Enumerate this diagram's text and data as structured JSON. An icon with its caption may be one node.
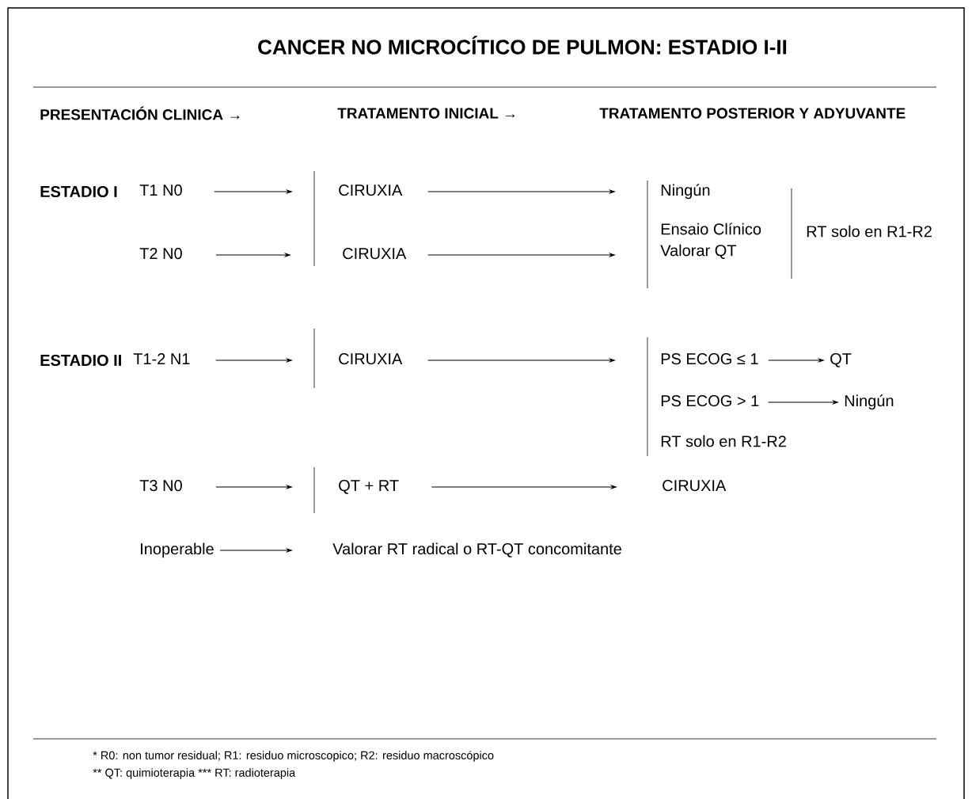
{
  "diagram": {
    "title": "CANCER NO MICROCÍTICO DE PULMON: ESTADIO I-II",
    "nodes": [
      {
        "text": [
          "T1 N0"
        ]
      },
      {
        "text": [
          "CIRUXIA"
        ]
      },
      {
        "text": [
          "Ningún"
        ]
      },
      {
        "text": [
          "T2 N0"
        ]
      },
      {
        "text": [
          "CIRUXIA"
        ]
      },
      {
        "text": [
          "Ensaio Clínico",
          "Valorar QT"
        ]
      },
      {
        "text": [
          "T1-2 N1"
        ]
      },
      {
        "text": [
          "CIRUXIA"
        ]
      },
      {
        "text": [
          "PS ECOG ≤ 1"
        ]
      },
      {
        "text": [
          "QT"
        ]
      },
      {
        "text": [
          "PS ECOG > 1"
        ]
      },
      {
        "text": [
          "Ningún"
        ]
      },
      {
        "text": [
          "T3 N0"
        ]
      },
      {
        "text": [
          "QT + RT"
        ]
      },
      {
        "text": [
          "CIRUXIA"
        ]
      },
      {
        "text": [
          "Inoperable"
        ]
      },
      {
        "text": [
          "Valorar RT radical o RT-QT concomitante"
        ]
      }
    ],
    "edges": [
      {
        "from": 0,
        "to": 1,
        "arrow": "to"
      },
      {
        "from": 1,
        "to": 2,
        "arrow": "to"
      },
      {
        "from": 3,
        "to": 4,
        "arrow": "to"
      },
      {
        "from": 4,
        "to": 5,
        "arrow": "to"
      },
      {
        "from": 6,
        "to": 7,
        "arrow": "to"
      },
      {
        "from": 7,
        "to": 8,
        "arrow": "to"
      },
      {
        "from": 8,
        "to": 9,
        "arrow": "to"
      },
      {
        "from": 10,
        "to": 11,
        "arrow": "to"
      },
      {
        "from": 12,
        "to": 13,
        "arrow": "to"
      },
      {
        "from": 13,
        "to": 14,
        "arrow": "to"
      },
      {
        "from": 15,
        "to": 16,
        "arrow": "to"
      }
    ],
    "labels": [
      "PRESENTACIÓN CLINICA →",
      "TRATAMENTO INICIAL →",
      "TRATAMENTO POSTERIOR Y ADYUVANTE",
      "ESTADIO I",
      "RT solo en R1-R2",
      "ESTADIO II",
      "RT solo en R1-R2",
      "* R0: non  tumor residual; R1: residuo microscopico; R2: residuo macroscópico",
      "** QT: quimioterapia       *** RT: radioterapia"
    ]
  }
}
